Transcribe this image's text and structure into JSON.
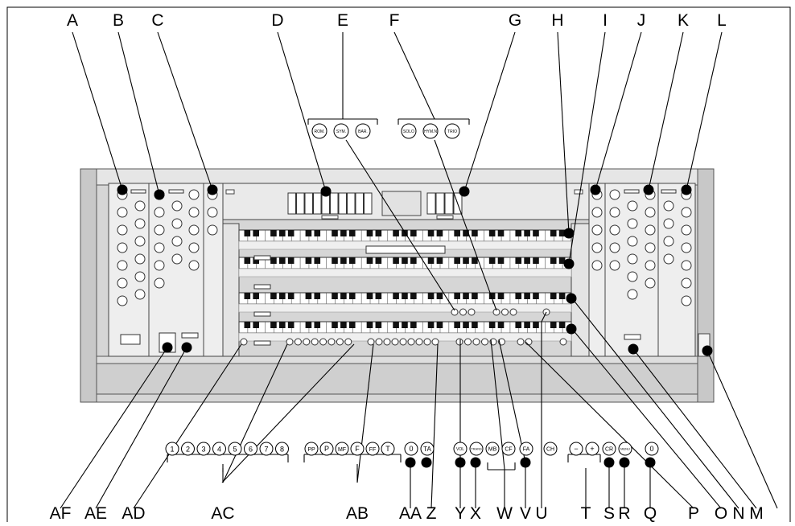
{
  "top_labels": [
    "A",
    "B",
    "C",
    "D",
    "E",
    "F",
    "G",
    "H",
    "I",
    "J",
    "K",
    "L"
  ],
  "bottom_labels": [
    "AF",
    "AE",
    "AD",
    "AC",
    "AB",
    "AA",
    "Z",
    "Y",
    "X",
    "W",
    "V",
    "U",
    "T",
    "S",
    "R",
    "Q",
    "P",
    "O",
    "N",
    "M"
  ],
  "group_e_buttons": [
    "ROM.",
    "SYM.",
    "BAR."
  ],
  "group_f_buttons": [
    "SOLO",
    "HYM.N",
    "TRIO"
  ],
  "memory_buttons": [
    "1",
    "2",
    "3",
    "4",
    "5",
    "6",
    "7",
    "8"
  ],
  "dynamic_buttons": [
    "PP",
    "P",
    "MF",
    "F",
    "FF",
    "T"
  ],
  "zero_button": "0",
  "ta_button": "TA",
  "vol_button": "VOL",
  "trans_button": "TRANS",
  "mb_button": "MB",
  "cf_button": "CF",
  "fa_button": "FA",
  "ch_button": "CH",
  "minus_button": "−",
  "plus_button": "+",
  "cr_button": "CR",
  "menu_button": "MENU",
  "q_button": "0",
  "colors": {
    "ink": "#000000",
    "console": "#d4d4d4",
    "panel": "#ececec",
    "callout": "#000000"
  }
}
